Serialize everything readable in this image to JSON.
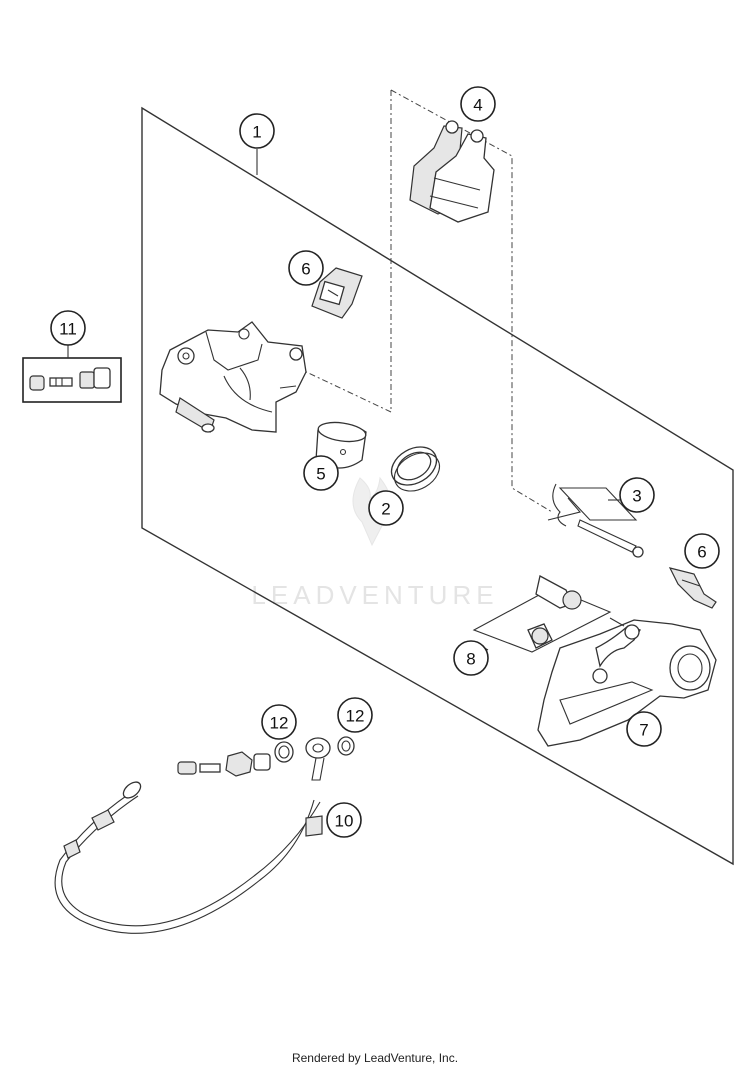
{
  "diagram": {
    "callouts": [
      {
        "id": "1",
        "label": "1"
      },
      {
        "id": "2",
        "label": "2"
      },
      {
        "id": "3",
        "label": "3"
      },
      {
        "id": "4",
        "label": "4"
      },
      {
        "id": "5",
        "label": "5"
      },
      {
        "id": "6a",
        "label": "6"
      },
      {
        "id": "6b",
        "label": "6"
      },
      {
        "id": "7",
        "label": "7"
      },
      {
        "id": "8",
        "label": "8"
      },
      {
        "id": "10",
        "label": "10"
      },
      {
        "id": "11",
        "label": "11"
      },
      {
        "id": "12a",
        "label": "12"
      },
      {
        "id": "12b",
        "label": "12"
      }
    ],
    "watermark": "LEADVENTURE"
  },
  "footer": {
    "text": "Rendered by LeadVenture, Inc."
  }
}
